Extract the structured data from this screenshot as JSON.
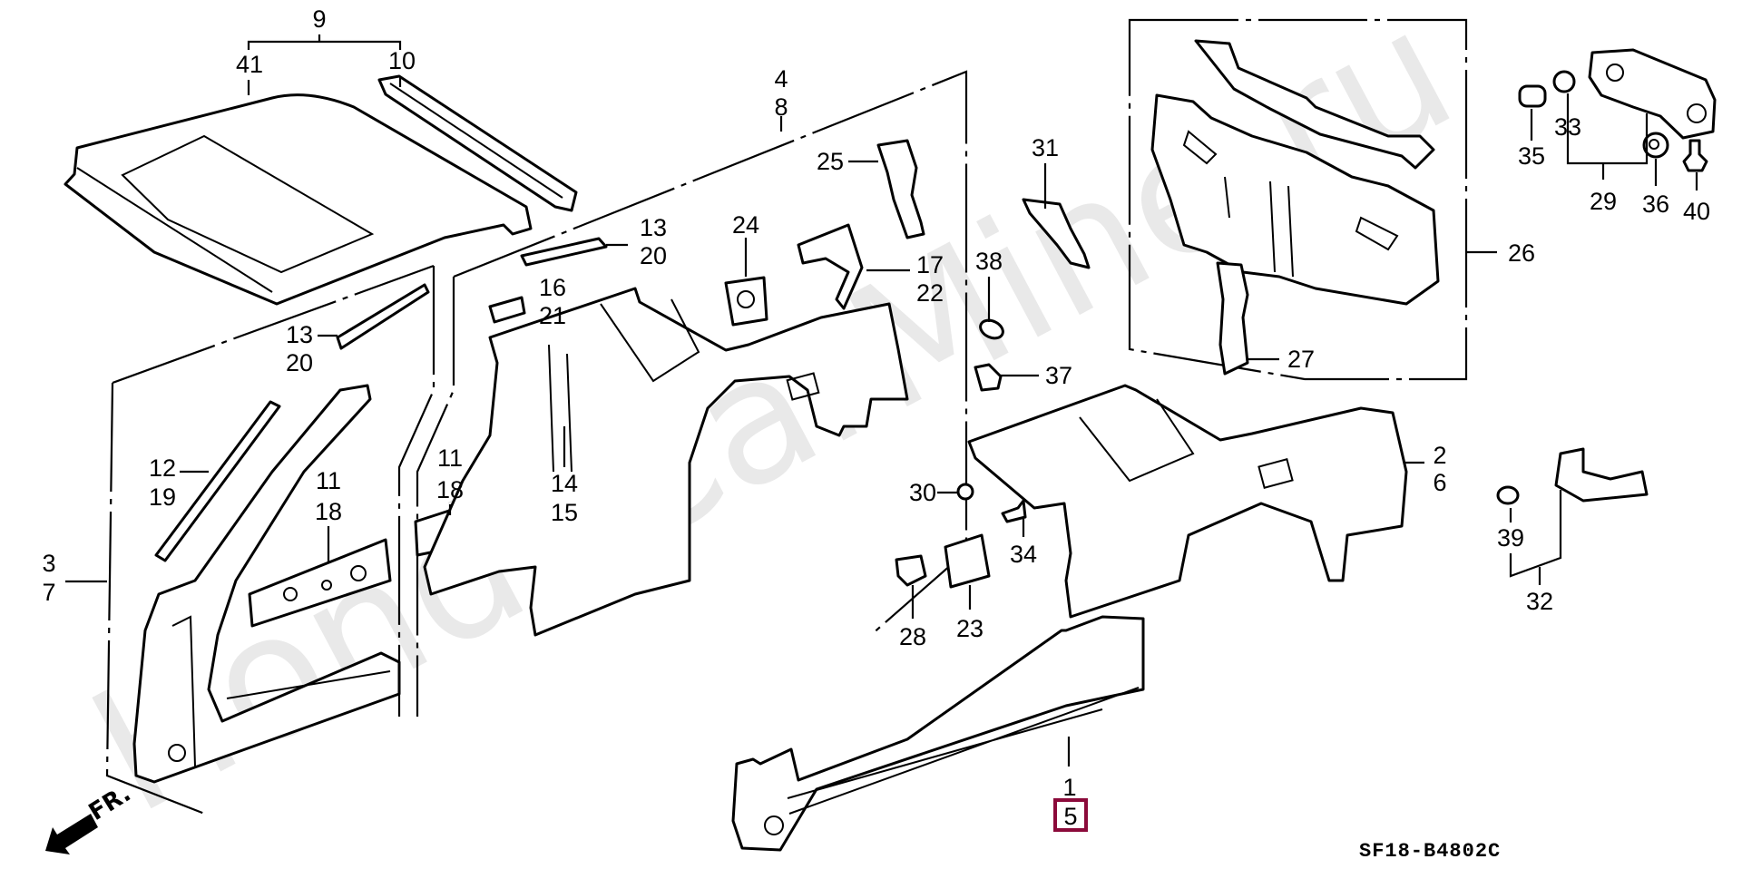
{
  "diagram": {
    "title": "Outer Panel / Rear Panel parts diagram",
    "drawing_code": "SF18-B4802C",
    "watermark": "HondaCarMine.ru",
    "direction_label": "FR.",
    "highlight_color": "#8b0a3a",
    "highlighted_part": "5",
    "callouts": [
      {
        "id": "9",
        "text": "9"
      },
      {
        "id": "41",
        "text": "41"
      },
      {
        "id": "10",
        "text": "10"
      },
      {
        "id": "4",
        "text": "4"
      },
      {
        "id": "8",
        "text": "8"
      },
      {
        "id": "25",
        "text": "25"
      },
      {
        "id": "13a",
        "text": "13"
      },
      {
        "id": "20a",
        "text": "20"
      },
      {
        "id": "24",
        "text": "24"
      },
      {
        "id": "17",
        "text": "17"
      },
      {
        "id": "22",
        "text": "22"
      },
      {
        "id": "16",
        "text": "16"
      },
      {
        "id": "21",
        "text": "21"
      },
      {
        "id": "31",
        "text": "31"
      },
      {
        "id": "26",
        "text": "26"
      },
      {
        "id": "27",
        "text": "27"
      },
      {
        "id": "35",
        "text": "35"
      },
      {
        "id": "33",
        "text": "33"
      },
      {
        "id": "29",
        "text": "29"
      },
      {
        "id": "36",
        "text": "36"
      },
      {
        "id": "40",
        "text": "40"
      },
      {
        "id": "38",
        "text": "38"
      },
      {
        "id": "37",
        "text": "37"
      },
      {
        "id": "13b",
        "text": "13"
      },
      {
        "id": "20b",
        "text": "20"
      },
      {
        "id": "12",
        "text": "12"
      },
      {
        "id": "19",
        "text": "19"
      },
      {
        "id": "11a",
        "text": "11"
      },
      {
        "id": "18a",
        "text": "18"
      },
      {
        "id": "11b",
        "text": "11"
      },
      {
        "id": "18b",
        "text": "18"
      },
      {
        "id": "14",
        "text": "14"
      },
      {
        "id": "15",
        "text": "15"
      },
      {
        "id": "3",
        "text": "3"
      },
      {
        "id": "7",
        "text": "7"
      },
      {
        "id": "30",
        "text": "30"
      },
      {
        "id": "34",
        "text": "34"
      },
      {
        "id": "28",
        "text": "28"
      },
      {
        "id": "23",
        "text": "23"
      },
      {
        "id": "2",
        "text": "2"
      },
      {
        "id": "6",
        "text": "6"
      },
      {
        "id": "39",
        "text": "39"
      },
      {
        "id": "32",
        "text": "32"
      },
      {
        "id": "1",
        "text": "1"
      },
      {
        "id": "5",
        "text": "5"
      }
    ]
  }
}
